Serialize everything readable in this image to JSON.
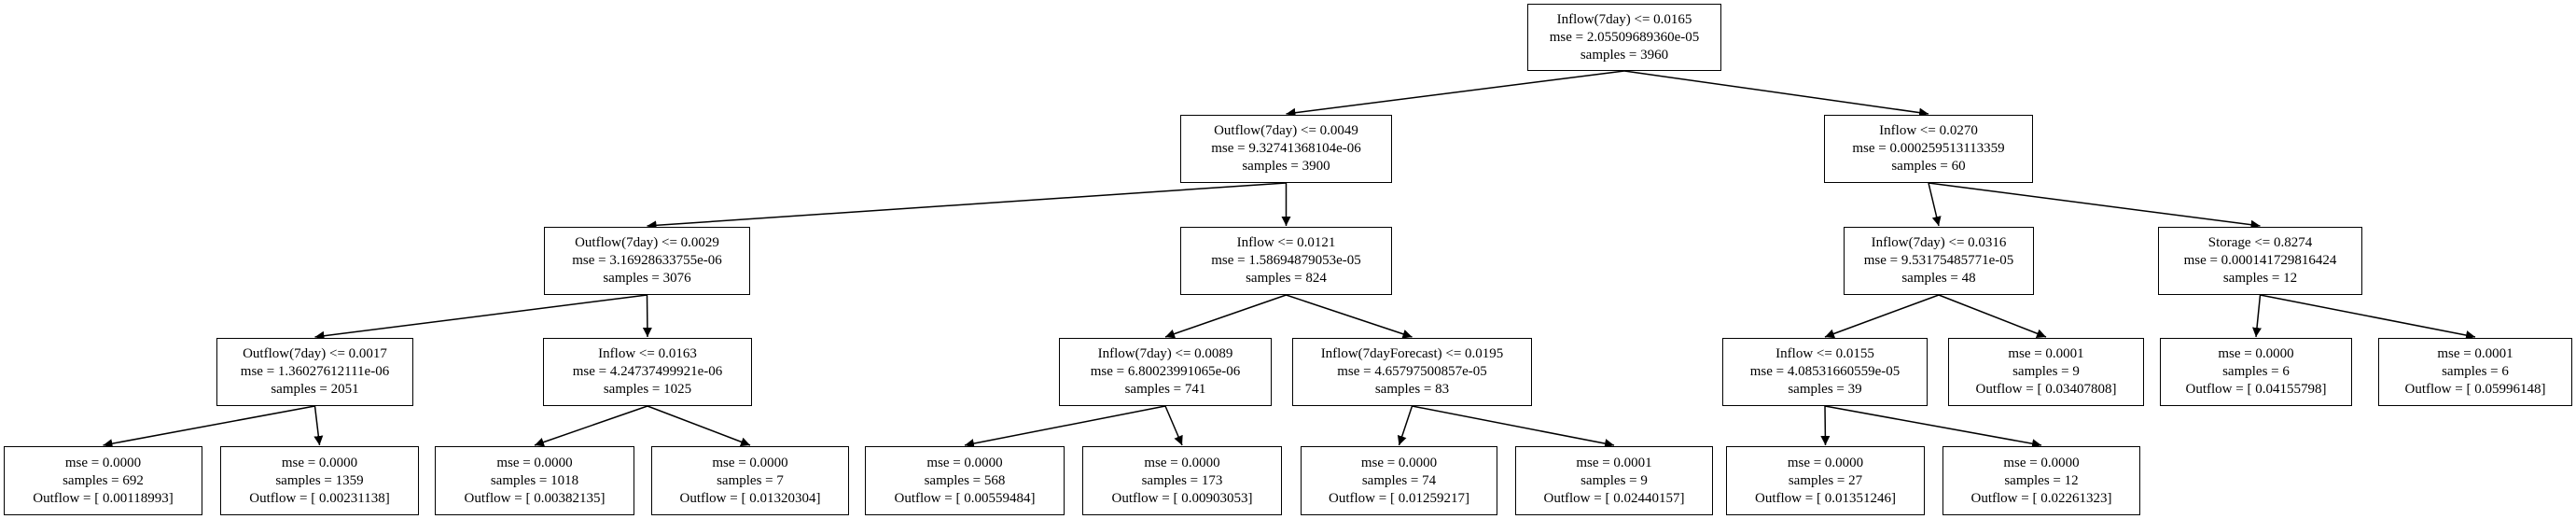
{
  "nodes": [
    {
      "id": "n0",
      "lines": [
        "Inflow(7day) <= 0.0165",
        "mse = 2.05509689360e-05",
        "samples = 3960"
      ]
    },
    {
      "id": "n1",
      "lines": [
        "Outflow(7day) <= 0.0049",
        "mse = 9.32741368104e-06",
        "samples = 3900"
      ]
    },
    {
      "id": "n2",
      "lines": [
        "Inflow <= 0.0270",
        "mse = 0.000259513113359",
        "samples = 60"
      ]
    },
    {
      "id": "n3",
      "lines": [
        "Outflow(7day) <= 0.0029",
        "mse = 3.16928633755e-06",
        "samples = 3076"
      ]
    },
    {
      "id": "n4",
      "lines": [
        "Inflow <= 0.0121",
        "mse = 1.58694879053e-05",
        "samples = 824"
      ]
    },
    {
      "id": "n5",
      "lines": [
        "Inflow(7day) <= 0.0316",
        "mse = 9.53175485771e-05",
        "samples = 48"
      ]
    },
    {
      "id": "n6",
      "lines": [
        "Storage <= 0.8274",
        "mse = 0.000141729816424",
        "samples = 12"
      ]
    },
    {
      "id": "n7",
      "lines": [
        "Outflow(7day) <= 0.0017",
        "mse = 1.36027612111e-06",
        "samples = 2051"
      ]
    },
    {
      "id": "n8",
      "lines": [
        "Inflow <= 0.0163",
        "mse = 4.24737499921e-06",
        "samples = 1025"
      ]
    },
    {
      "id": "n9",
      "lines": [
        "Inflow(7day) <= 0.0089",
        "mse = 6.80023991065e-06",
        "samples = 741"
      ]
    },
    {
      "id": "n10",
      "lines": [
        "Inflow(7dayForecast) <= 0.0195",
        "mse = 4.65797500857e-05",
        "samples = 83"
      ]
    },
    {
      "id": "n11",
      "lines": [
        "Inflow <= 0.0155",
        "mse = 4.08531660559e-05",
        "samples = 39"
      ]
    },
    {
      "id": "n12",
      "lines": [
        "mse = 0.0001",
        "samples = 9",
        "Outflow = [ 0.03407808]"
      ]
    },
    {
      "id": "n13",
      "lines": [
        "mse = 0.0000",
        "samples = 6",
        "Outflow = [ 0.04155798]"
      ]
    },
    {
      "id": "n14",
      "lines": [
        "mse = 0.0001",
        "samples = 6",
        "Outflow = [ 0.05996148]"
      ]
    },
    {
      "id": "n15",
      "lines": [
        "mse = 0.0000",
        "samples = 692",
        "Outflow = [ 0.00118993]"
      ]
    },
    {
      "id": "n16",
      "lines": [
        "mse = 0.0000",
        "samples = 1359",
        "Outflow = [ 0.00231138]"
      ]
    },
    {
      "id": "n17",
      "lines": [
        "mse = 0.0000",
        "samples = 1018",
        "Outflow = [ 0.00382135]"
      ]
    },
    {
      "id": "n18",
      "lines": [
        "mse = 0.0000",
        "samples = 7",
        "Outflow = [ 0.01320304]"
      ]
    },
    {
      "id": "n19",
      "lines": [
        "mse = 0.0000",
        "samples = 568",
        "Outflow = [ 0.00559484]"
      ]
    },
    {
      "id": "n20",
      "lines": [
        "mse = 0.0000",
        "samples = 173",
        "Outflow = [ 0.00903053]"
      ]
    },
    {
      "id": "n21",
      "lines": [
        "mse = 0.0000",
        "samples = 74",
        "Outflow = [ 0.01259217]"
      ]
    },
    {
      "id": "n22",
      "lines": [
        "mse = 0.0001",
        "samples = 9",
        "Outflow = [ 0.02440157]"
      ]
    },
    {
      "id": "n23",
      "lines": [
        "mse = 0.0000",
        "samples = 27",
        "Outflow = [ 0.01351246]"
      ]
    },
    {
      "id": "n24",
      "lines": [
        "mse = 0.0000",
        "samples = 12",
        "Outflow = [ 0.02261323]"
      ]
    }
  ],
  "edges": [
    [
      "n0",
      "n1"
    ],
    [
      "n0",
      "n2"
    ],
    [
      "n1",
      "n3"
    ],
    [
      "n1",
      "n4"
    ],
    [
      "n2",
      "n5"
    ],
    [
      "n2",
      "n6"
    ],
    [
      "n3",
      "n7"
    ],
    [
      "n3",
      "n8"
    ],
    [
      "n4",
      "n9"
    ],
    [
      "n4",
      "n10"
    ],
    [
      "n5",
      "n11"
    ],
    [
      "n5",
      "n12"
    ],
    [
      "n6",
      "n13"
    ],
    [
      "n6",
      "n14"
    ],
    [
      "n7",
      "n15"
    ],
    [
      "n7",
      "n16"
    ],
    [
      "n8",
      "n17"
    ],
    [
      "n8",
      "n18"
    ],
    [
      "n9",
      "n19"
    ],
    [
      "n9",
      "n20"
    ],
    [
      "n10",
      "n21"
    ],
    [
      "n10",
      "n22"
    ],
    [
      "n11",
      "n23"
    ],
    [
      "n11",
      "n24"
    ]
  ]
}
